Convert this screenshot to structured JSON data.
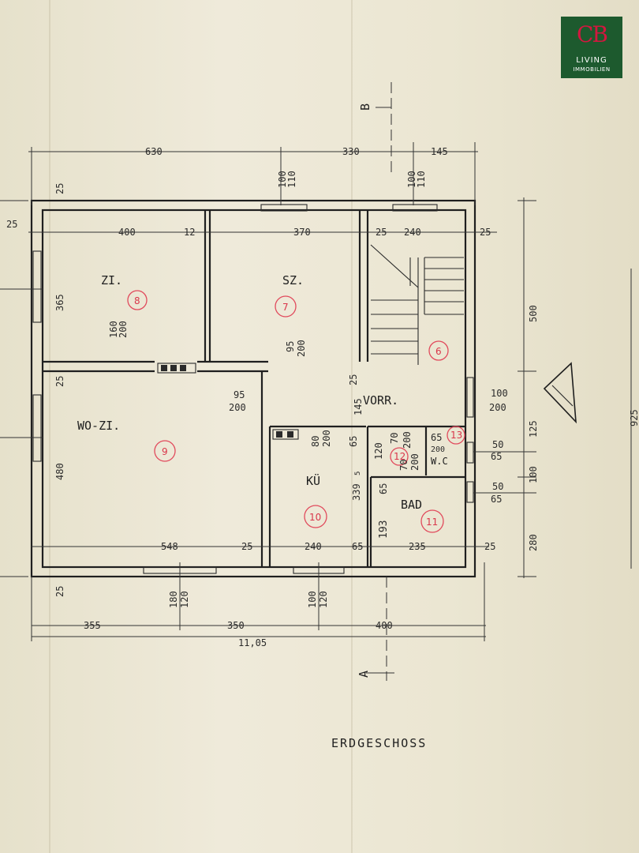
{
  "logo": {
    "mark": "CB",
    "line1": "LIVING",
    "line2": "IMMOBILIEN",
    "bg_color": "#1d5a2e",
    "mark_color": "#d3173f"
  },
  "plan": {
    "title": "ERDGESCHOSS",
    "section_b": "B",
    "section_a": "A",
    "rooms": {
      "zi": "ZI.",
      "sz": "SZ.",
      "wozi": "WO-ZI.",
      "vorr": "VORR.",
      "ku": "KÜ",
      "wc": "W.C",
      "bad": "BAD"
    },
    "room_numbers": {
      "n6": "6",
      "n7": "7",
      "n8": "8",
      "n9": "9",
      "n10": "10",
      "n11": "11",
      "n12": "12",
      "n13": "13"
    },
    "dims": {
      "top_630": "630",
      "top_330": "330",
      "top_145": "145",
      "win_top1_a": "100",
      "win_top1_b": "110",
      "win_top2_a": "100",
      "win_top2_b": "110",
      "left_25": "25",
      "top_25": "25",
      "zi_400": "400",
      "wall_12": "12",
      "sz_370": "370",
      "stair_25": "25",
      "stair_240": "240",
      "right_25": "25",
      "zi_365": "365",
      "door_160": "160",
      "door_200": "200",
      "door_95": "95",
      "door_200b": "200",
      "mid_25": "25",
      "mid_25b": "25",
      "wozi_95": "95",
      "wozi_200": "200",
      "vorr_145": "145",
      "right_100": "100",
      "right_200": "200",
      "right_125": "125",
      "ku_80": "80",
      "ku_200": "200",
      "ku_65": "65",
      "wc_120": "120",
      "wc_70": "70",
      "wc_200": "200",
      "wc_70b": "70",
      "wc_200b": "200",
      "wc_65": "65",
      "wc_200c": "200",
      "right_50": "50",
      "right_65": "65",
      "right_100b": "100",
      "right_50b": "50",
      "right_65b": "65",
      "wozi_480": "480",
      "ku_339": "339",
      "ku_5": "5",
      "bad_65": "65",
      "bad_193": "193",
      "bot_548": "548",
      "bot_25": "25",
      "bot_240": "240",
      "bot_65": "65",
      "bot_235": "235",
      "bot_25b": "25",
      "right_280": "280",
      "right_925": "925",
      "right_500": "500",
      "bot_25c": "25",
      "win_bot1_a": "180",
      "win_bot1_b": "120",
      "win_bot2_a": "100",
      "win_bot2_b": "120",
      "total_355": "355",
      "total_350": "350",
      "total_400": "400",
      "total_1105": "11,05"
    }
  }
}
